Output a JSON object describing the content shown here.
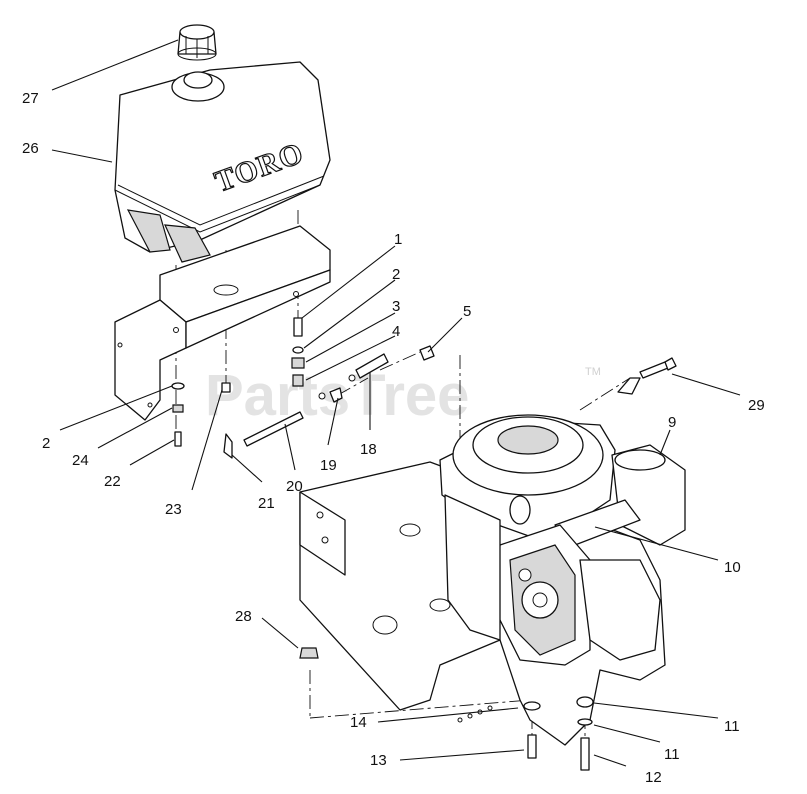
{
  "callouts": [
    {
      "label": "1"
    },
    {
      "label": "2"
    },
    {
      "label": "3"
    },
    {
      "label": "4"
    },
    {
      "label": "5"
    },
    {
      "label": "2"
    },
    {
      "label": "24"
    },
    {
      "label": "22"
    },
    {
      "label": "23"
    },
    {
      "label": "21"
    },
    {
      "label": "20"
    },
    {
      "label": "19"
    },
    {
      "label": "18"
    },
    {
      "label": "29"
    },
    {
      "label": "9"
    },
    {
      "label": "10"
    },
    {
      "label": "26"
    },
    {
      "label": "27"
    },
    {
      "label": "28"
    },
    {
      "label": "14"
    },
    {
      "label": "13"
    },
    {
      "label": "11"
    },
    {
      "label": "11"
    },
    {
      "label": "12"
    }
  ],
  "tank_logo": "TORO",
  "watermark": "PartsTree",
  "watermark_tm": "TM"
}
